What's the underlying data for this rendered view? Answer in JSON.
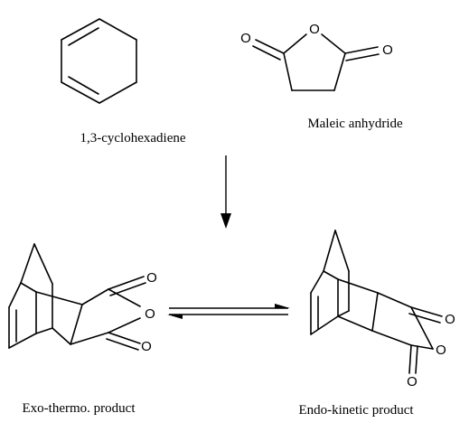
{
  "reactants": {
    "diene": {
      "name": "1,3-cyclohexadiene"
    },
    "dienophile": {
      "name": "Maleic anhydride",
      "atoms": {
        "ring_oxygen": "O",
        "carbonyl_left": "O",
        "carbonyl_right": "O"
      }
    }
  },
  "products": {
    "exo": {
      "name": "Exo-thermo. product",
      "atoms": {
        "carbonyl_top": "O",
        "ring_oxygen": "O",
        "carbonyl_bottom": "O"
      }
    },
    "endo": {
      "name": "Endo-kinetic product",
      "atoms": {
        "carbonyl_top": "O",
        "ring_oxygen": "O",
        "carbonyl_bottom": "O"
      }
    }
  }
}
